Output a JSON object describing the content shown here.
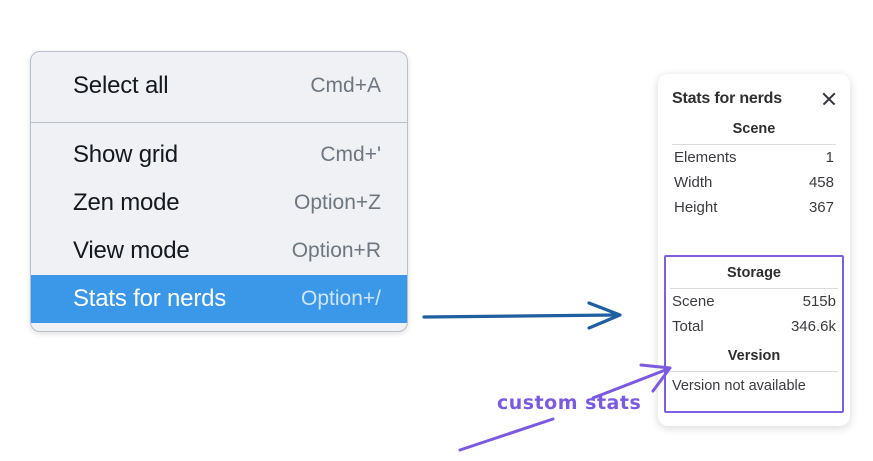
{
  "menu": {
    "groups": [
      {
        "items": [
          {
            "label": "Select all",
            "shortcut": "Cmd+A",
            "selected": false
          }
        ]
      },
      {
        "items": [
          {
            "label": "Show grid",
            "shortcut": "Cmd+'",
            "selected": false
          },
          {
            "label": "Zen mode",
            "shortcut": "Option+Z",
            "selected": false
          },
          {
            "label": "View mode",
            "shortcut": "Option+R",
            "selected": false
          },
          {
            "label": "Stats for nerds",
            "shortcut": "Option+/",
            "selected": true
          }
        ]
      }
    ],
    "highlight_color": "#3b97e8",
    "background_color": "#eff1f4"
  },
  "stats_panel": {
    "title": "Stats for nerds",
    "close_icon": "close-icon",
    "scene": {
      "heading": "Scene",
      "rows": [
        {
          "label": "Elements",
          "value": "1"
        },
        {
          "label": "Width",
          "value": "458"
        },
        {
          "label": "Height",
          "value": "367"
        }
      ]
    },
    "storage": {
      "heading": "Storage",
      "rows": [
        {
          "label": "Scene",
          "value": "515b"
        },
        {
          "label": "Total",
          "value": "346.6k"
        }
      ]
    },
    "version": {
      "heading": "Version",
      "text": "Version not available"
    },
    "highlight_color": "#7d5fe0"
  },
  "annotations": {
    "custom_stats_label": "custom stats",
    "arrow_color_blue": "#1f5fa0",
    "arrow_color_purple": "#7b5ae0"
  }
}
